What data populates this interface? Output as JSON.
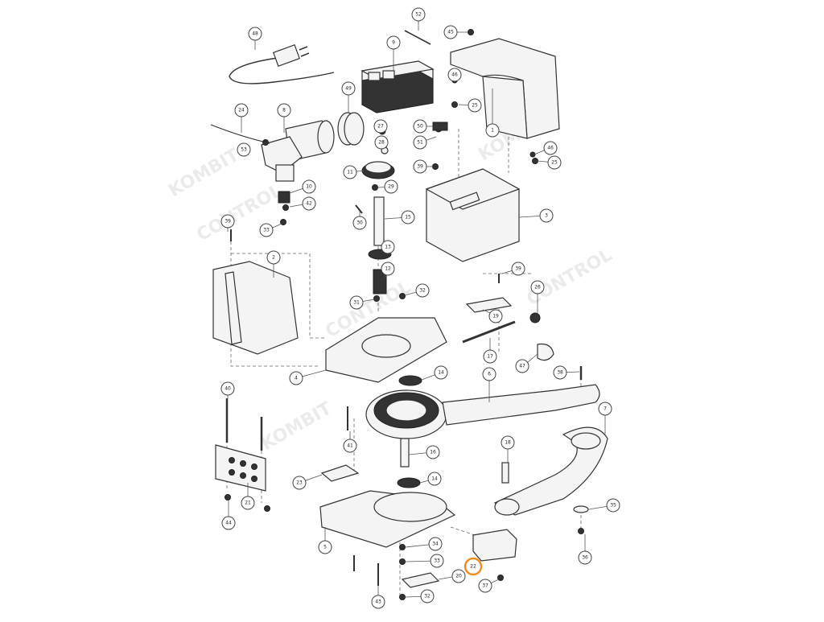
{
  "highlight_color": "#ef8c1e",
  "highlighted_part": "22",
  "watermarks": [
    "KOMBIT",
    "CONTROL",
    "KOMBIT",
    "CONTROL",
    "KOMBIT",
    "CONTROL"
  ],
  "callouts": [
    {
      "id": "c1",
      "label": "1"
    },
    {
      "id": "c2",
      "label": "2"
    },
    {
      "id": "c3",
      "label": "3"
    },
    {
      "id": "c4",
      "label": "4"
    },
    {
      "id": "c5",
      "label": "5"
    },
    {
      "id": "c6",
      "label": "6"
    },
    {
      "id": "c7",
      "label": "7"
    },
    {
      "id": "c8",
      "label": "8"
    },
    {
      "id": "c9",
      "label": "9"
    },
    {
      "id": "c10",
      "label": "10"
    },
    {
      "id": "c11",
      "label": "11"
    },
    {
      "id": "c12",
      "label": "12"
    },
    {
      "id": "c13",
      "label": "13"
    },
    {
      "id": "c14a",
      "label": "14"
    },
    {
      "id": "c14b",
      "label": "14"
    },
    {
      "id": "c15",
      "label": "15"
    },
    {
      "id": "c16",
      "label": "16"
    },
    {
      "id": "c17",
      "label": "17"
    },
    {
      "id": "c18",
      "label": "18"
    },
    {
      "id": "c19",
      "label": "19"
    },
    {
      "id": "c20",
      "label": "20"
    },
    {
      "id": "c21",
      "label": "21"
    },
    {
      "id": "c22",
      "label": "22"
    },
    {
      "id": "c23",
      "label": "23"
    },
    {
      "id": "c24",
      "label": "24"
    },
    {
      "id": "c25a",
      "label": "25"
    },
    {
      "id": "c25b",
      "label": "25"
    },
    {
      "id": "c26",
      "label": "26"
    },
    {
      "id": "c27",
      "label": "27"
    },
    {
      "id": "c28",
      "label": "28"
    },
    {
      "id": "c29",
      "label": "29"
    },
    {
      "id": "c30",
      "label": "30"
    },
    {
      "id": "c31",
      "label": "31"
    },
    {
      "id": "c32a",
      "label": "32"
    },
    {
      "id": "c32b",
      "label": "32"
    },
    {
      "id": "c33a",
      "label": "33"
    },
    {
      "id": "c33b",
      "label": "33"
    },
    {
      "id": "c34",
      "label": "34"
    },
    {
      "id": "c35",
      "label": "35"
    },
    {
      "id": "c36",
      "label": "36"
    },
    {
      "id": "c37",
      "label": "37"
    },
    {
      "id": "c38",
      "label": "38"
    },
    {
      "id": "c39a",
      "label": "39"
    },
    {
      "id": "c39b",
      "label": "39"
    },
    {
      "id": "c39c",
      "label": "39"
    },
    {
      "id": "c40",
      "label": "40"
    },
    {
      "id": "c41",
      "label": "41"
    },
    {
      "id": "c42",
      "label": "42"
    },
    {
      "id": "c43",
      "label": "43"
    },
    {
      "id": "c44",
      "label": "44"
    },
    {
      "id": "c45",
      "label": "45"
    },
    {
      "id": "c46a",
      "label": "46"
    },
    {
      "id": "c46b",
      "label": "46"
    },
    {
      "id": "c47",
      "label": "47"
    },
    {
      "id": "c48",
      "label": "48"
    },
    {
      "id": "c49",
      "label": "49"
    },
    {
      "id": "c50",
      "label": "50"
    },
    {
      "id": "c51",
      "label": "51"
    },
    {
      "id": "c52",
      "label": "52"
    }
  ]
}
